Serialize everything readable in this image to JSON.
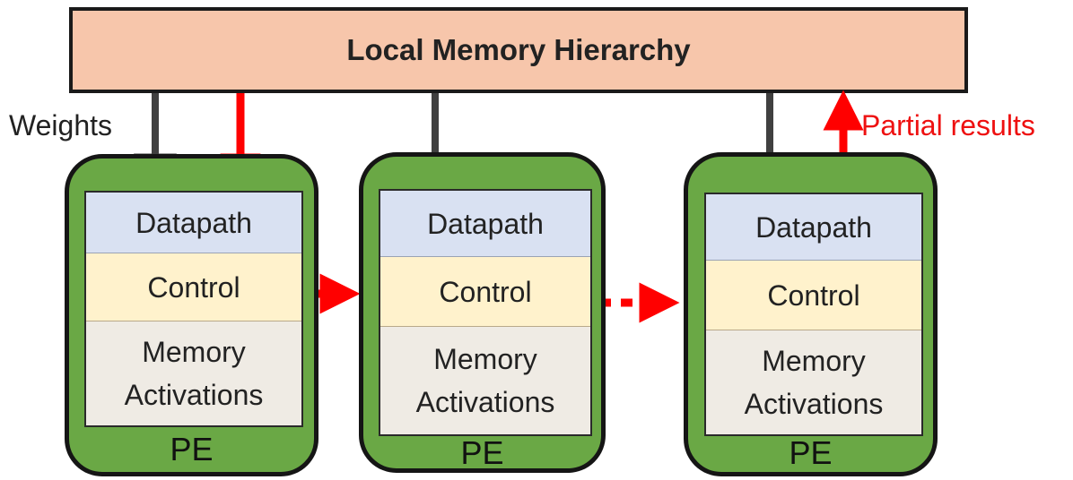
{
  "memory": {
    "title": "Local Memory Hierarchy"
  },
  "labels": {
    "weights": "Weights",
    "partial_results": "Partial results"
  },
  "pes": [
    {
      "datapath": "Datapath",
      "control": "Control",
      "memory_line1": "Memory",
      "memory_line2": "Activations",
      "label": "PE"
    },
    {
      "datapath": "Datapath",
      "control": "Control",
      "memory_line1": "Memory",
      "memory_line2": "Activations",
      "label": "PE"
    },
    {
      "datapath": "Datapath",
      "control": "Control",
      "memory_line1": "Memory",
      "memory_line2": "Activations",
      "label": "PE"
    }
  ],
  "colors": {
    "memory_fill": "#f7c6ab",
    "pe_fill": "#6aa845",
    "datapath_fill": "#d9e1f2",
    "control_fill": "#fff2cc",
    "memory_section_fill": "#efebe4",
    "weights_arrow": "#404040",
    "partial_arrow": "#ff0000"
  }
}
